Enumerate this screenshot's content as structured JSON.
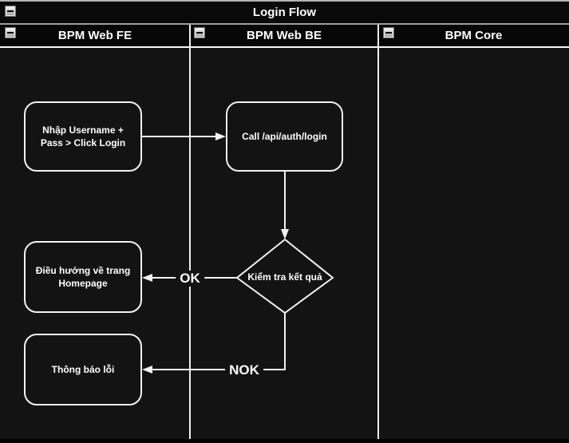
{
  "diagram": {
    "title": "Login Flow",
    "lanes": [
      {
        "label": "BPM Web FE"
      },
      {
        "label": "BPM Web BE"
      },
      {
        "label": "BPM Core"
      }
    ],
    "nodes": {
      "input": {
        "text": "Nhập Username + Pass > Click Login",
        "shape": "rounded-rect"
      },
      "call": {
        "text": "Call /api/auth/login",
        "shape": "rounded-rect"
      },
      "decision": {
        "text": "Kiểm tra kết quả",
        "shape": "diamond"
      },
      "homepage": {
        "text": "Điều hướng về trang Homepage",
        "shape": "rounded-rect"
      },
      "error": {
        "text": "Thông báo lỗi",
        "shape": "rounded-rect"
      }
    },
    "edges": {
      "ok_label": "OK",
      "nok_label": "NOK"
    },
    "icons": {
      "collapse": "minus-icon"
    },
    "colors": {
      "canvas_bg": "#131313",
      "titlebar_bg": "#0a0a0a",
      "header_bg": "#070707",
      "stroke": "#f2f2f2",
      "text": "#ffffff",
      "title_separator": "#9e9e9e",
      "lane_separator": "#fafafa"
    }
  }
}
